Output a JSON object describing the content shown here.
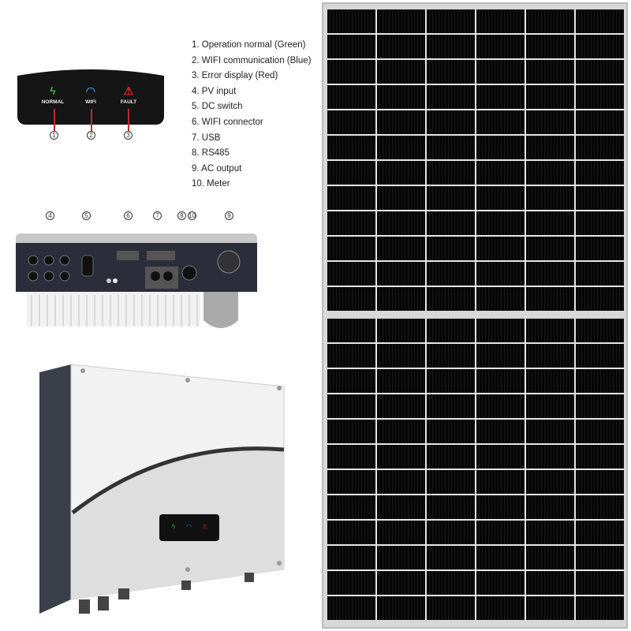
{
  "legend": [
    "1.  Operation normal (Green)",
    "2.  WIFI communication (Blue)",
    "3.  Error display (Red)",
    "4.  PV input",
    "5.  DC switch",
    "6.  WIFI connector",
    "7.  USB",
    "8.  RS485",
    "9.  AC output",
    "10. Meter"
  ],
  "leds": [
    {
      "label": "NORMAL",
      "icon": "lightning-icon",
      "color": "#3cb43c",
      "num": "1"
    },
    {
      "label": "WIFI",
      "icon": "wifi-icon",
      "color": "#2a8be0",
      "num": "2"
    },
    {
      "label": "FAULT",
      "icon": "warning-triangle-icon",
      "color": "#e02525",
      "num": "3"
    }
  ],
  "bottom_callouts": [
    "4",
    "5",
    "6",
    "7",
    "8",
    "10",
    "9"
  ],
  "solar_panel": {
    "columns": 6,
    "rows_per_half": 12
  }
}
